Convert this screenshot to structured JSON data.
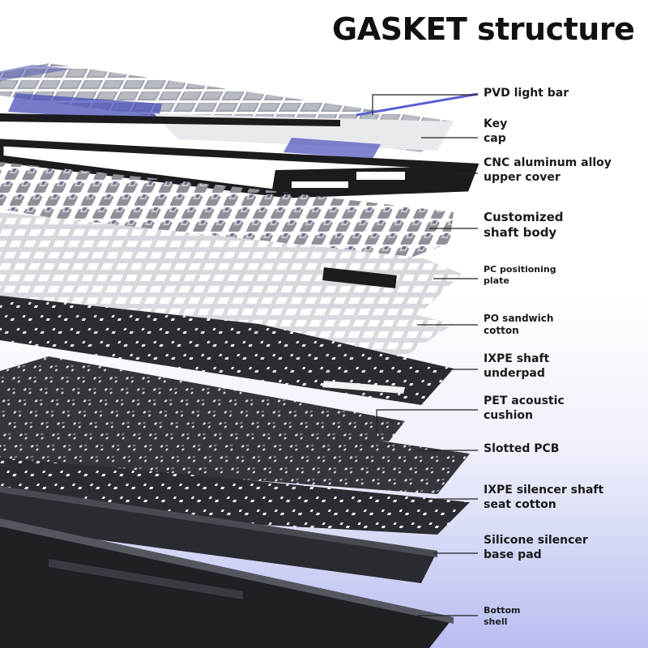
{
  "title": "GASKET structure",
  "layers": [
    {
      "lines": [
        "PVD light bar"
      ]
    },
    {
      "lines": [
        "Key",
        "cap"
      ]
    },
    {
      "lines": [
        "CNC aluminum alloy",
        "upper cover"
      ]
    },
    {
      "lines": [
        "Customized",
        "shaft body"
      ]
    },
    {
      "lines": [
        "PC positioning",
        "plate"
      ]
    },
    {
      "lines": [
        "PO sandwich",
        "cotton"
      ]
    },
    {
      "lines": [
        "IXPE shaft",
        "underpad"
      ]
    },
    {
      "lines": [
        "PET acoustic",
        "cushion"
      ]
    },
    {
      "lines": [
        "Slotted PCB"
      ]
    },
    {
      "lines": [
        "IXPE silencer shaft",
        "seat cotton"
      ]
    },
    {
      "lines": [
        "Silicone silencer",
        "base pad"
      ]
    },
    {
      "lines": [
        "Bottom",
        "shell"
      ]
    }
  ],
  "colors": {
    "title": "#111111",
    "label": "#1a1a1a",
    "keycap_gray": "#8a8f99",
    "keycap_white": "#e9eaee",
    "accent_blue": "#4a4fb8",
    "frame_black": "#1c1c1f",
    "plate_light": "#dcdde2",
    "pad_dark": "#2a2b30",
    "background_bottom": "#b9bdf0"
  }
}
